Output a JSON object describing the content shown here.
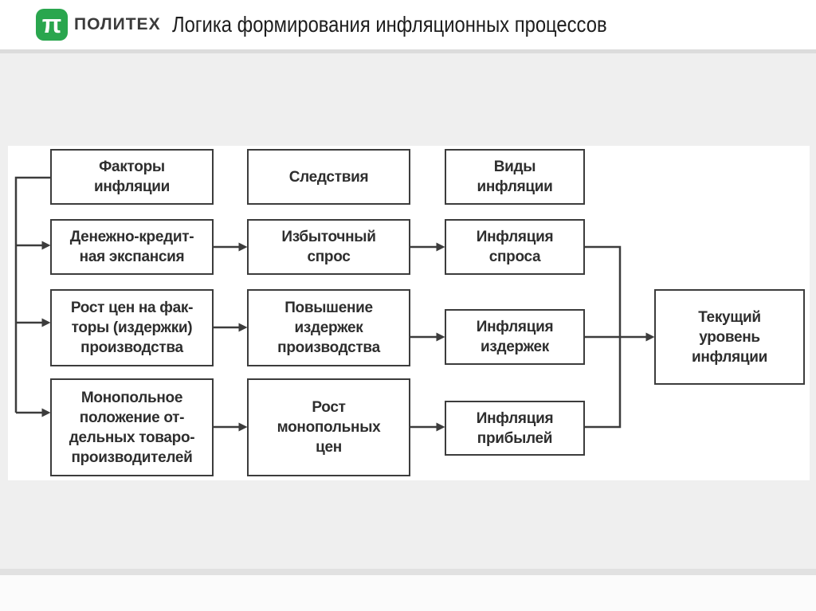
{
  "header": {
    "logo": {
      "pi_glyph": "π",
      "wordmark": "ПОЛИТЕХ",
      "brand_green": "#2aa64e"
    },
    "title": "Логика формирования инфляционных процессов"
  },
  "diagram": {
    "column_headers": [
      "Факторы\nинфляции",
      "Следствия",
      "Виды\nинфляции"
    ],
    "rows": [
      {
        "factor": "Денежно-кредит-\nная экспансия",
        "consequence": "Избыточный\nспрос",
        "inflation_type": "Инфляция\nспроса"
      },
      {
        "factor": "Рост цен на фак-\nторы (издержки)\nпроизводства",
        "consequence": "Повышение\nиздержек\nпроизводства",
        "inflation_type": "Инфляция\nиздержек"
      },
      {
        "factor": "Монопольное\nположение от-\nдельных товаро-\nпроизводителей",
        "consequence": "Рост\nмонопольных\nцен",
        "inflation_type": "Инфляция\nприбылей"
      }
    ],
    "target": "Текущий\nуровень\nинфляции",
    "line_color": "#3c3c3c",
    "slide_background": "#efefef"
  }
}
